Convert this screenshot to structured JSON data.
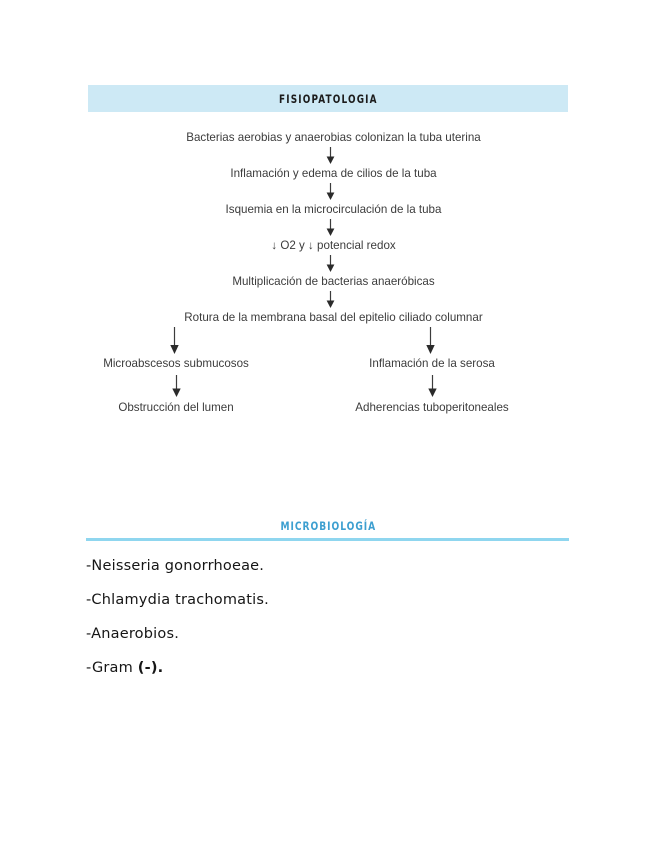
{
  "sections": {
    "fisiopatologia": {
      "header": "FISIOPATOLOGIA",
      "header_bg": "#cde9f5",
      "header_color": "#1c1c1c",
      "flow": {
        "trunk": [
          "Bacterias aerobias y anaerobias colonizan la tuba uterina",
          "Inflamación y edema de cilios de la tuba",
          "Isquemia en la microcirculación de la tuba",
          "↓ O2 y ↓ potencial redox",
          "Multiplicación de bacterias anaeróbicas",
          "Rotura de la membrana basal del epitelio ciliado columnar"
        ],
        "branches": {
          "left": [
            "Microabscesos submucosos",
            "Obstrucción del lumen"
          ],
          "right": [
            "Inflamación de la serosa",
            "Adherencias tuboperitoneales"
          ]
        }
      }
    },
    "microbiologia": {
      "header": "MICROBIOLOGÍA",
      "header_color": "#3d9fd0",
      "rule_color": "#8fd6ef",
      "items": [
        {
          "text": "-Neisseria gonorrhoeae."
        },
        {
          "text": "-Chlamydia trachomatis."
        },
        {
          "text": "-Anaerobios."
        },
        {
          "text": "-Gram ",
          "emphasis": "(-)."
        }
      ]
    }
  }
}
